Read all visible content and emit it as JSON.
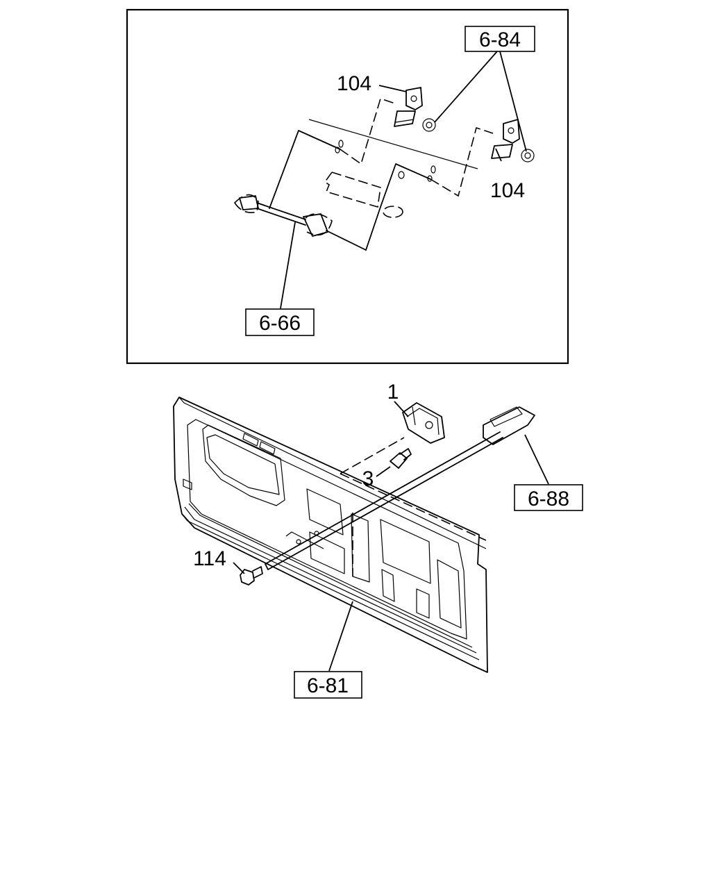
{
  "detail_view": {
    "refs": {
      "ref_6_84": "6-84",
      "ref_6_66": "6-66"
    },
    "labels": {
      "bracket_upper": "104",
      "bracket_lower": "104"
    }
  },
  "main_view": {
    "refs": {
      "ref_6_88": "6-88",
      "ref_6_81": "6-81"
    },
    "labels": {
      "hinge": "1",
      "bolt": "3",
      "screw": "114"
    }
  }
}
